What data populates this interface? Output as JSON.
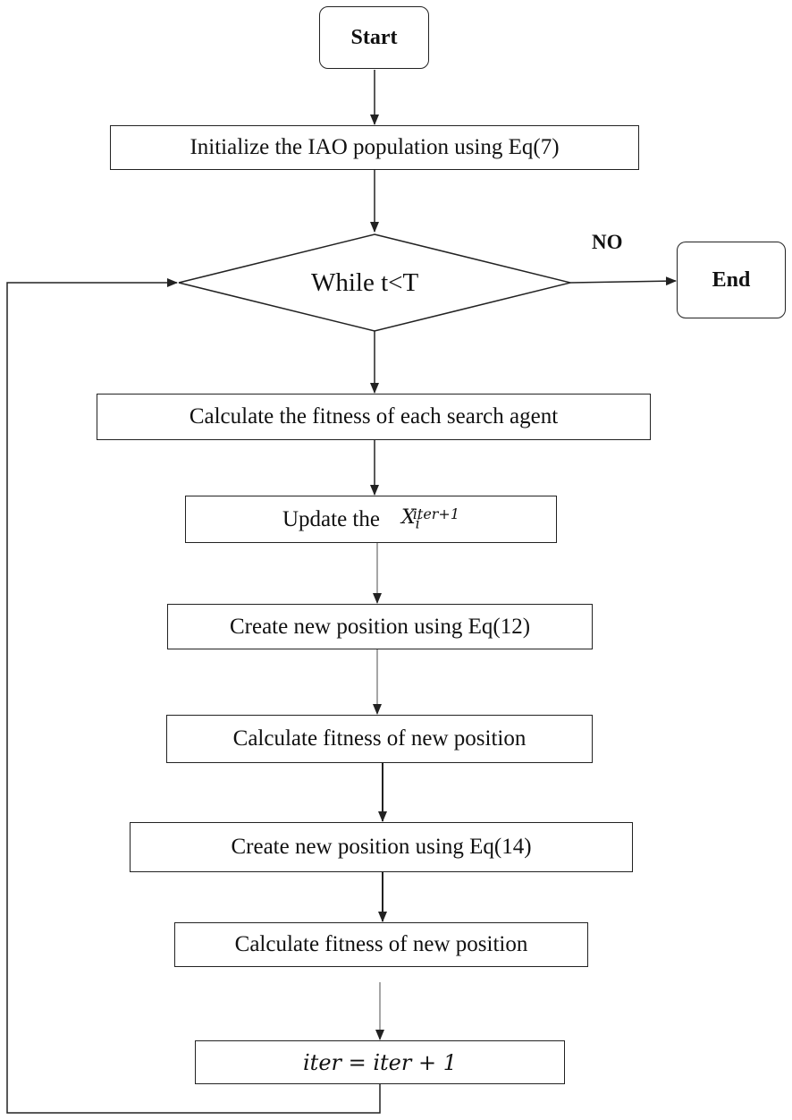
{
  "start": {
    "label": "Start"
  },
  "init": {
    "label": "Initialize the IAO population using Eq(7)"
  },
  "decision": {
    "label": "While t<T",
    "no_label": "NO"
  },
  "end": {
    "label": "End"
  },
  "fitness_all": {
    "label": "Calculate the fitness of  each search agent"
  },
  "update": {
    "label": "Update the",
    "var": "X",
    "sub": "i",
    "sup": "iter+1"
  },
  "new_pos_12": {
    "label": "Create new position using Eq(12)"
  },
  "fitness_new_1": {
    "label": "Calculate fitness of new position"
  },
  "new_pos_14": {
    "label": "Create new position using Eq(14)"
  },
  "fitness_new_2": {
    "label": "Calculate fitness of new position"
  },
  "iter_update": {
    "label": "iter = iter + 1"
  }
}
